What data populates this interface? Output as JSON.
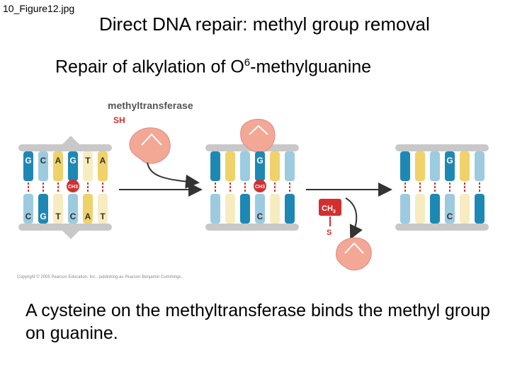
{
  "file_label": "10_Figure12.jpg",
  "title": "Direct DNA repair: methyl group removal",
  "subtitle_prefix": "Repair of alkylation of O",
  "subtitle_superscript": "6",
  "subtitle_suffix": "-methylguanine",
  "caption": "A cysteine on the methyltransferase binds the methyl group on guanine.",
  "figure": {
    "enzyme_label": "methyltransferase",
    "sh_label": "SH",
    "ch3_label": "CH",
    "ch3_sub": "3",
    "s_label": "S",
    "copyright": "Copyright © 2005 Pearson Education, Inc., publishing as Pearson Benjamin Cummings.",
    "panel1_top_bases": [
      "G",
      "C",
      "A",
      "G",
      "T",
      "A"
    ],
    "panel1_bottom_bases": [
      "C",
      "G",
      "T",
      "C",
      "A",
      "T"
    ],
    "panel2_top_base": "G",
    "panel2_bottom_base": "C",
    "panel3_top_base": "G",
    "panel3_bottom_base": "C"
  },
  "colors": {
    "backbone": "#c8c8c8",
    "G": "#1e88b4",
    "C": "#9ccbe0",
    "A": "#f0d26a",
    "T": "#f7ecc0",
    "methyl": "#d32f2f",
    "enzyme": "#f3a896",
    "arrow": "#333333"
  }
}
